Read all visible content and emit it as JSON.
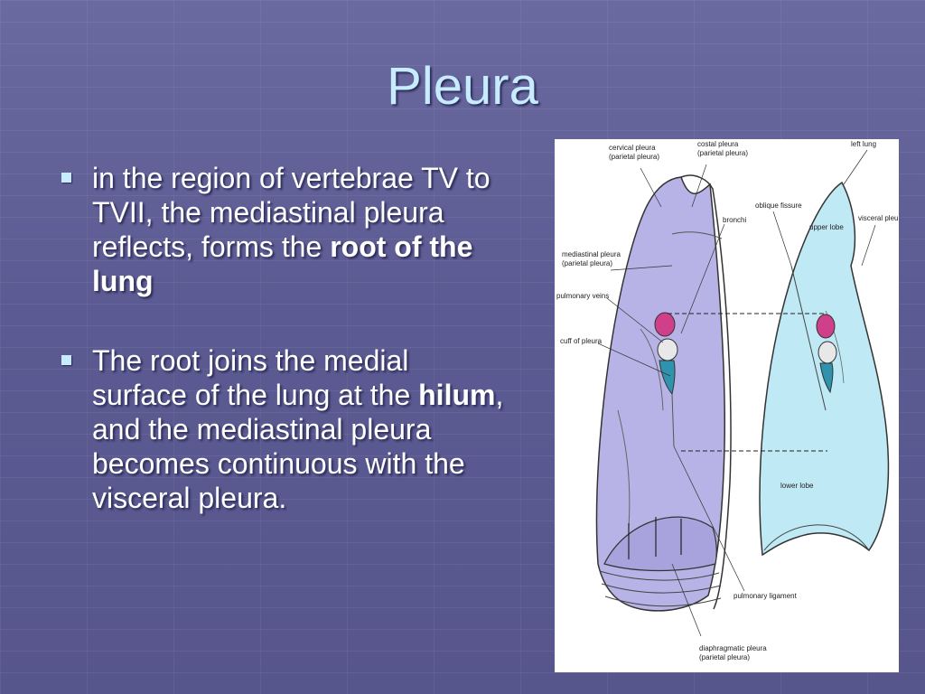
{
  "slide": {
    "title": "Pleura",
    "bullets": [
      {
        "text": "in the region of vertebrae TV to TVII, the mediastinal pleura reflects, forms the ",
        "bold": "root of the lung"
      },
      {
        "pre": "The root joins the medial surface of the lung at the ",
        "bold": "hilum",
        "post": ", and the mediastinal pleura becomes continuous with the visceral pleura."
      }
    ]
  },
  "figure": {
    "labels": {
      "cervical1": "cervical pleura",
      "cervical2": "(parietal pleura)",
      "costal1": "costal pleura",
      "costal2": "(parietal pleura)",
      "left_lung": "left lung",
      "bronchi": "bronchi",
      "oblique": "oblique fissure",
      "upper_lobe": "upper lobe",
      "visceral": "visceral pleura",
      "mediastinal1": "mediastinal pleura",
      "mediastinal2": "(parietal pleura)",
      "pulm_veins": "pulmonary veins",
      "cuff": "cuff of pleura",
      "lower_lobe": "lower lobe",
      "pulm_lig": "pulmonary ligament",
      "diaphragm1": "diaphragmatic pleura",
      "diaphragm2": "(parietal pleura)"
    },
    "colors": {
      "pleura_purple": "#b7b3e6",
      "lung_blue": "#bfe9f5",
      "root_magenta": "#d0408a",
      "vessel_teal": "#2f93ad"
    }
  }
}
